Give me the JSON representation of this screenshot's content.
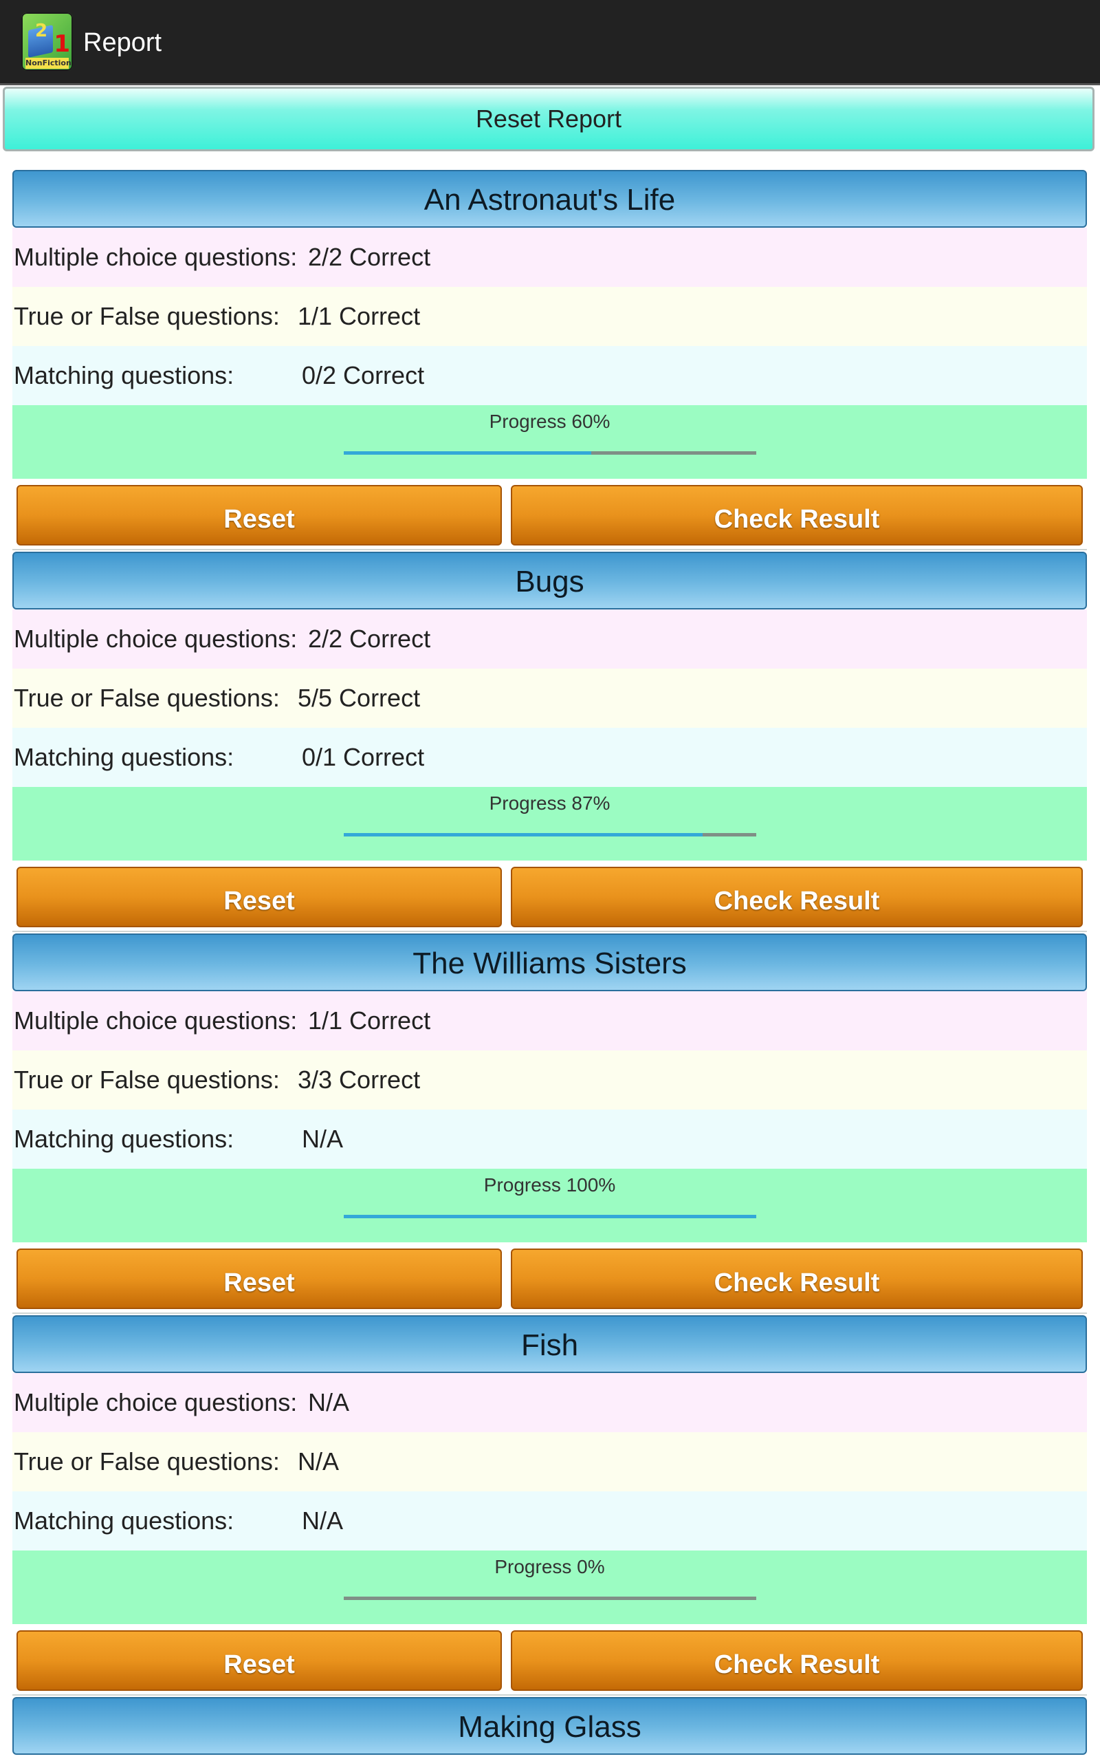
{
  "app": {
    "title": "Report",
    "icon": "app-logo-icon",
    "icon_tag": "NonFiction",
    "icon_digit": "1",
    "icon_digit2": "2"
  },
  "reset_report_label": "Reset Report",
  "labels": {
    "multiple_choice": "Multiple choice questions:",
    "true_false": "True or False questions:",
    "matching": "Matching questions:",
    "reset": "Reset",
    "check_result": "Check Result"
  },
  "colors": {
    "header_blue": "#3f97cf",
    "button_orange": "#e9921c",
    "progress_bg": "#9bfcc2",
    "progress_fill": "#33a8d8"
  },
  "stories": [
    {
      "title": "An Astronaut's Life",
      "multiple_choice": "2/2 Correct",
      "true_false": "1/1 Correct",
      "matching": "0/2 Correct",
      "progress_label": "Progress 60%",
      "progress": 0.6
    },
    {
      "title": "Bugs",
      "multiple_choice": "2/2 Correct",
      "true_false": "5/5 Correct",
      "matching": "0/1 Correct",
      "progress_label": "Progress 87%",
      "progress": 0.87
    },
    {
      "title": "The Williams Sisters",
      "multiple_choice": "1/1 Correct",
      "true_false": "3/3 Correct",
      "matching": "N/A",
      "progress_label": "Progress 100%",
      "progress": 1.0
    },
    {
      "title": "Fish",
      "multiple_choice": "N/A",
      "true_false": "N/A",
      "matching": "N/A",
      "progress_label": "Progress 0%",
      "progress": 0.0
    },
    {
      "title": "Making Glass"
    }
  ]
}
